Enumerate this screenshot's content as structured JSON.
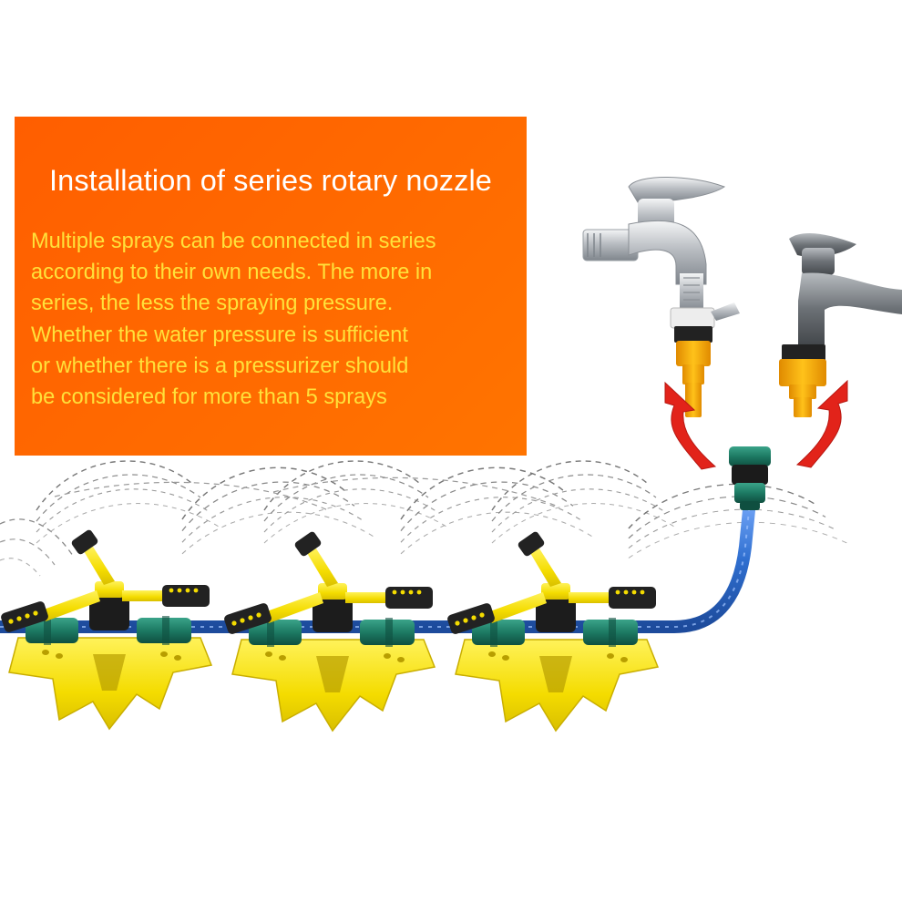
{
  "panel": {
    "title": "Installation of series rotary nozzle",
    "lines": [
      "Multiple sprays can be connected in series",
      "according to their own needs. The more in",
      "series, the less the spraying pressure.",
      "Whether the water pressure is sufficient",
      "or whether there is a pressurizer should",
      "be considered for more than 5 sprays"
    ]
  },
  "colors": {
    "panel_bg": "#ff6400",
    "title_text": "#ffffff",
    "body_text": "#ffe13a",
    "sprinkler_yellow": "#f6e000",
    "connector_green": "#1d7a63",
    "hose_blue": "#2f6fd0",
    "arrow_red": "#e2231a",
    "faucet_chrome": "#c9ccd0"
  },
  "icons": [
    "faucet-icon",
    "quick-connector-icon",
    "arrow-up-icon",
    "rotary-sprinkler-icon",
    "garden-hose-icon",
    "water-spray-lines"
  ]
}
